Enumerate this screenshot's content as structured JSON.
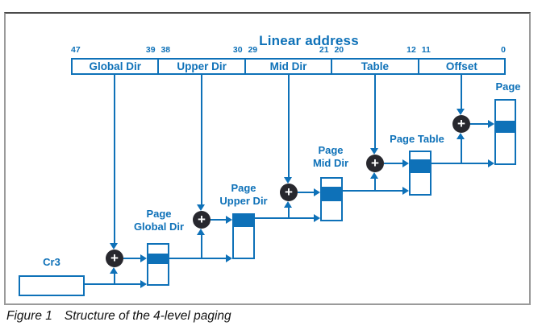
{
  "title": "Linear address",
  "bit_labels": {
    "b47": "47",
    "b39_38": "39 38",
    "b30_29": "30 29",
    "b21_20": "21 20",
    "b12_11": "12 11",
    "b0": "0"
  },
  "fields": {
    "global_dir": "Global Dir",
    "upper_dir": "Upper Dir",
    "mid_dir": "Mid Dir",
    "table": "Table",
    "offset": "Offset"
  },
  "cr3": {
    "label": "Cr3"
  },
  "tables": {
    "pgd": {
      "line1": "Page",
      "line2": "Global Dir"
    },
    "pud": {
      "line1": "Page",
      "line2": "Upper Dir"
    },
    "pmd": {
      "line1": "Page",
      "line2": "Mid Dir"
    },
    "pt": {
      "label": "Page Table"
    },
    "page": {
      "label": "Page"
    }
  },
  "operator": {
    "plus": "+"
  },
  "caption": {
    "figure": "Figure 1",
    "text": "Structure of the 4-level paging"
  },
  "colors": {
    "blue": "#0e71b8",
    "circle_dark": "#28282e",
    "frame_gray": "#9a9a9a"
  }
}
